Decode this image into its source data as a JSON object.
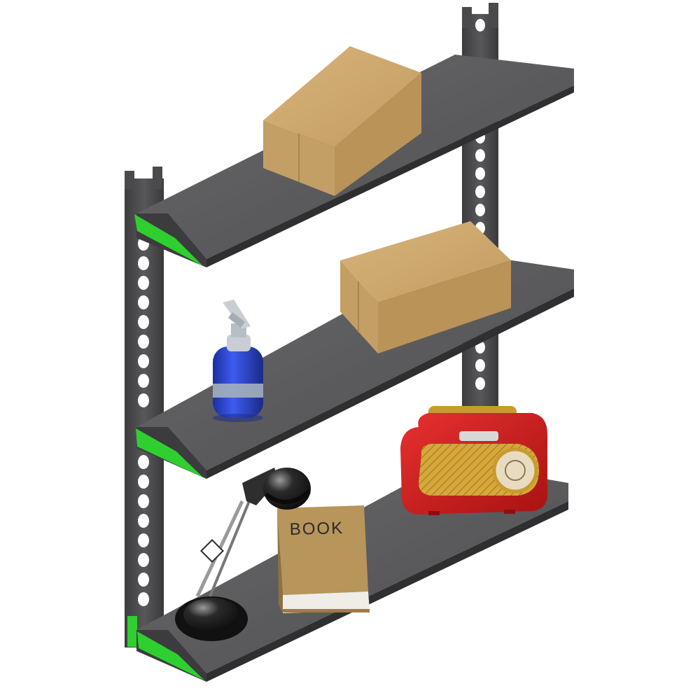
{
  "scene": {
    "background_color": "#ffffff",
    "shelf_count": 3,
    "colors": {
      "shelf_top": "#5b5b5d",
      "shelf_edge": "#2f2f31",
      "upright": "#4a4a4c",
      "bracket_green": "#2fcf2f",
      "cardboard": "#c9a46a",
      "bottle_blue": "#2845c8",
      "radio_red": "#d41e1e",
      "radio_gold": "#c99b2e",
      "book_cover": "#b8955b",
      "lamp_black": "#1c1c1c"
    }
  },
  "objects": {
    "top_shelf": [
      "cardboard-box"
    ],
    "middle_shelf": [
      "cardboard-box",
      "spray-bottle"
    ],
    "bottom_shelf": [
      "desk-lamp",
      "book",
      "retro-radio"
    ]
  },
  "book": {
    "cover_text": "BOOK"
  }
}
